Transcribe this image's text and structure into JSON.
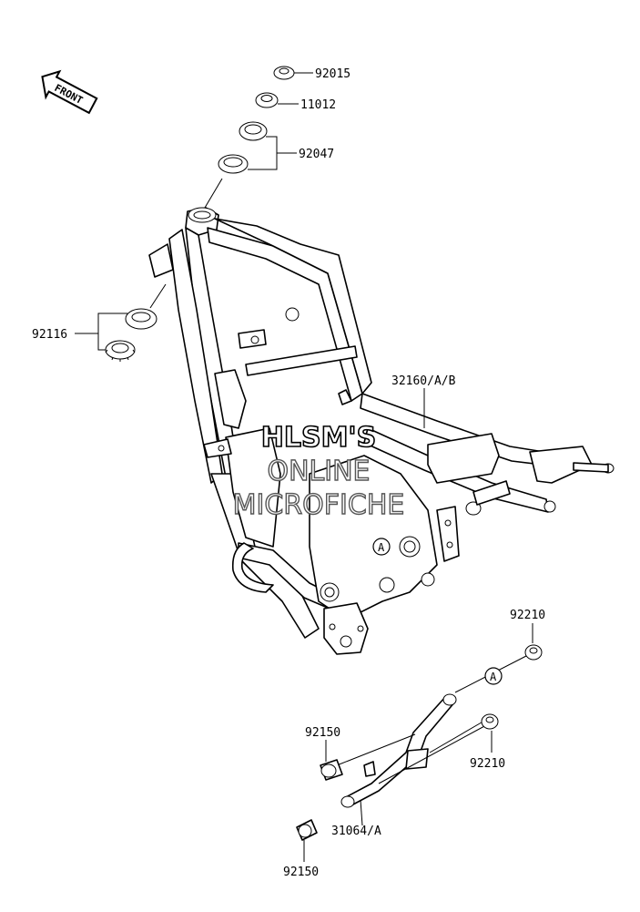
{
  "front_arrow": {
    "label": "FRONT",
    "icon": "front-direction-arrow-icon"
  },
  "callouts": {
    "p92015": "92015",
    "p11012": "11012",
    "p92047": "92047",
    "p92116": "92116",
    "p32160": "32160/A/B",
    "p92210_top": "92210",
    "p92210_mid": "92210",
    "p92150_top": "92150",
    "p92150_bottom": "92150",
    "p31064": "31064/A"
  },
  "ref_markers": {
    "frame_a": "A",
    "bracket_a": "A"
  },
  "watermark": {
    "line1": "HLSM'S",
    "line2": "ONLINE",
    "line3": "MICROFICHE"
  }
}
